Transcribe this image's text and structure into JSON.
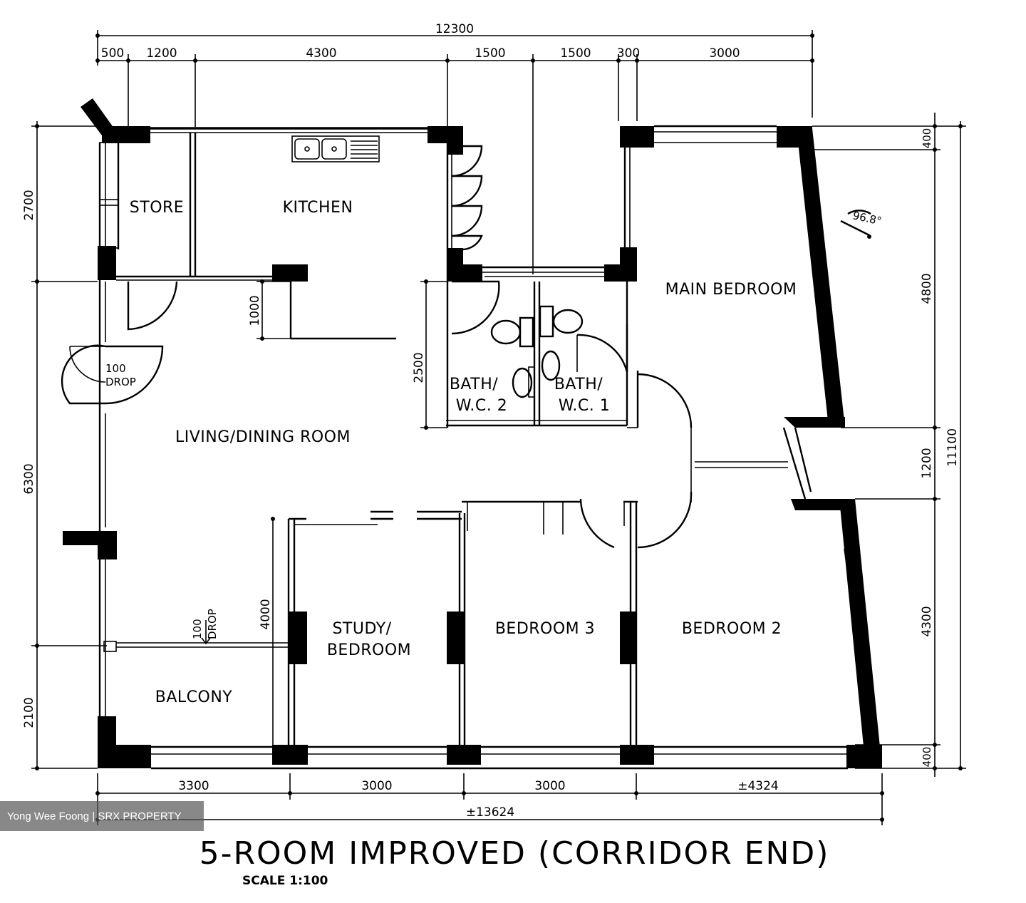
{
  "title": "5-ROOM IMPROVED (CORRIDOR END)",
  "scale": "SCALE 1:100",
  "watermark": "Yong Wee Foong | SRX PROPERTY",
  "rooms": {
    "store": "STORE",
    "kitchen": "KITCHEN",
    "main_bedroom": "MAIN BEDROOM",
    "bath2_line1": "BATH/",
    "bath2_line2": "W.C. 2",
    "bath1_line1": "BATH/",
    "bath1_line2": "W.C. 1",
    "living": "LIVING/DINING ROOM",
    "study_line1": "STUDY/",
    "study_line2": "BEDROOM",
    "bedroom3": "BEDROOM 3",
    "bedroom2": "BEDROOM 2",
    "balcony": "BALCONY"
  },
  "drops": {
    "entrance_value": "100",
    "entrance_label": "DROP",
    "balcony_value": "100",
    "balcony_label": "DROP"
  },
  "angle": "96.8°",
  "dims_top": {
    "total": "12300",
    "d500": "500",
    "d1200": "1200",
    "d4300": "4300",
    "d1500a": "1500",
    "d1500b": "1500",
    "d300": "300",
    "d3000": "3000"
  },
  "dims_bottom": {
    "d3300": "3300",
    "d3000a": "3000",
    "d3000b": "3000",
    "d4324": "±4324",
    "total": "±13624"
  },
  "dims_left": {
    "d2700": "2700",
    "d6300": "6300",
    "d2100": "2100",
    "d1000": "1000",
    "d2500": "2500",
    "d4000": "4000"
  },
  "dims_right": {
    "d400a": "400",
    "d4800": "4800",
    "d1200": "1200",
    "d4300": "4300",
    "d400b": "400",
    "total": "11100"
  }
}
